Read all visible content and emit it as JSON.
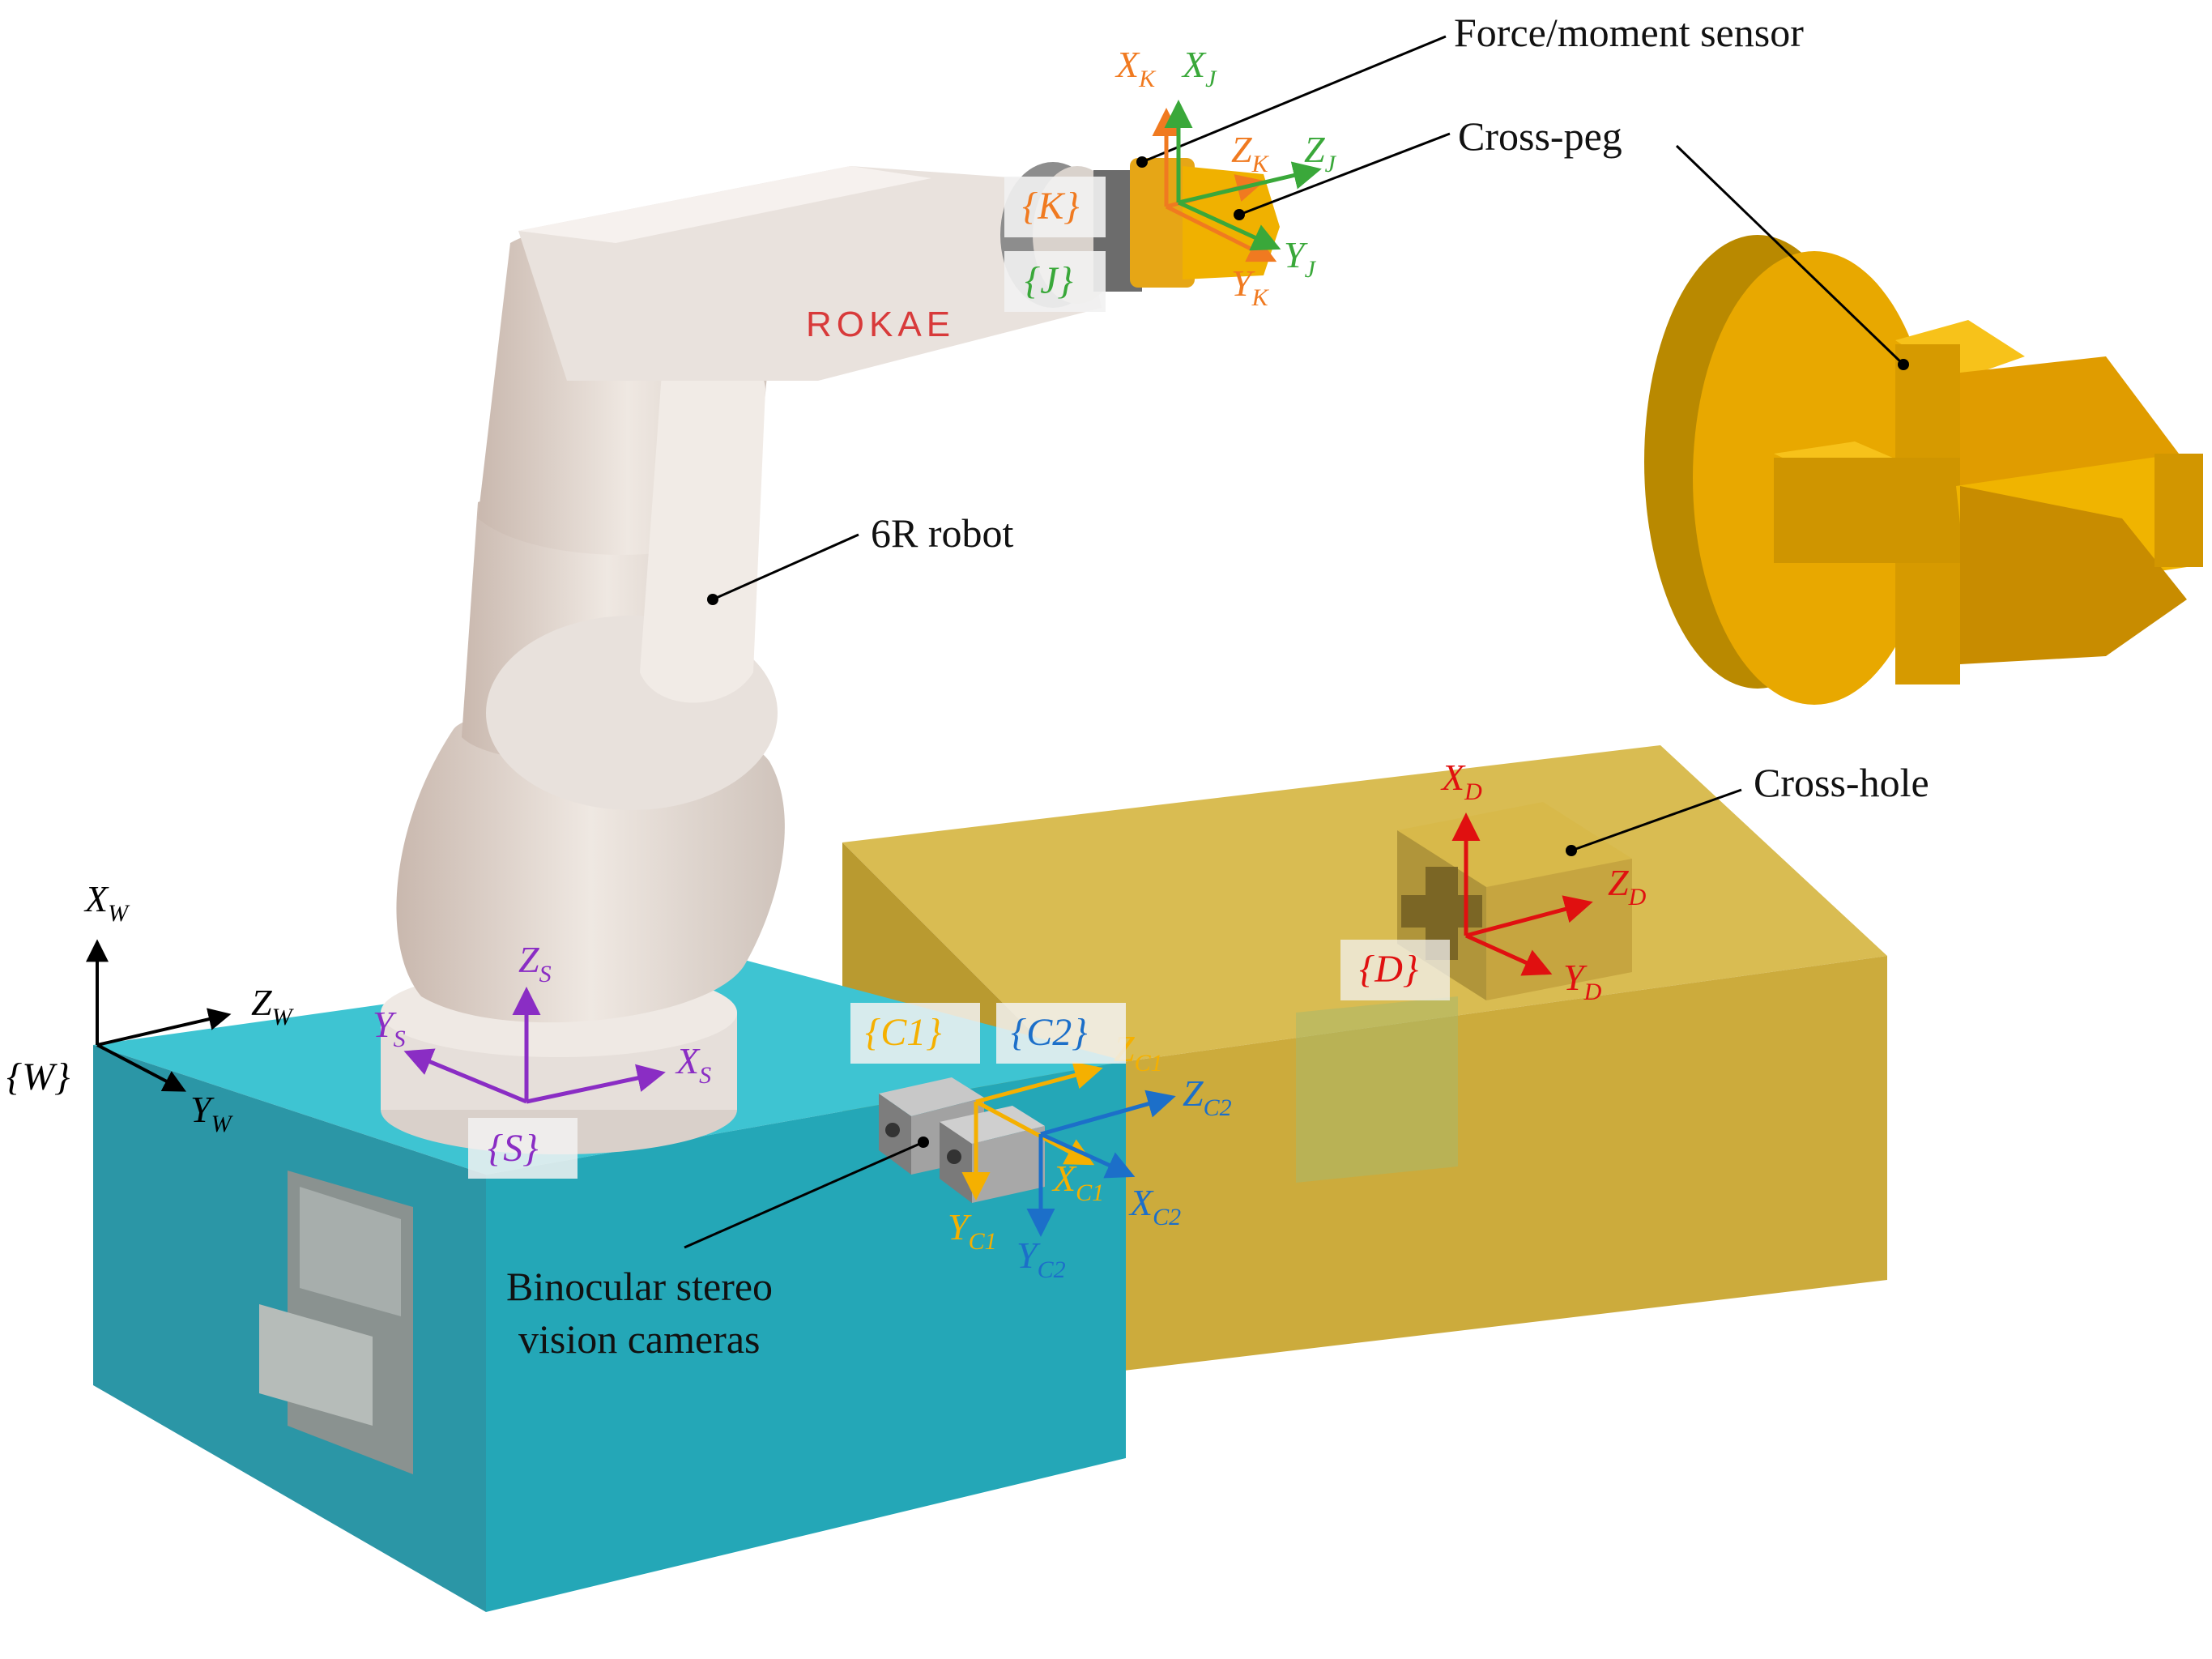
{
  "labels": {
    "force_sensor": "Force/moment sensor",
    "cross_peg": "Cross-peg",
    "robot": "6R robot",
    "cross_hole": "Cross-hole",
    "cameras_line1": "Binocular stereo",
    "cameras_line2": "vision cameras"
  },
  "robot_brand": "ROKAE",
  "frames": {
    "K": "{K}",
    "J": "{J}",
    "S": "{S}",
    "W": "{W}",
    "D": "{D}",
    "C1": "{C1}",
    "C2": "{C2}"
  },
  "axes": {
    "W": {
      "x": "X",
      "y": "Y",
      "z": "Z",
      "sub": "W"
    },
    "S": {
      "x": "X",
      "y": "Y",
      "z": "Z",
      "sub": "S"
    },
    "K": {
      "x": "X",
      "y": "Y",
      "z": "Z",
      "sub": "K"
    },
    "J": {
      "x": "X",
      "y": "Y",
      "z": "Z",
      "sub": "J"
    },
    "D": {
      "x": "X",
      "y": "Y",
      "z": "Z",
      "sub": "D"
    },
    "C1": {
      "x": "X",
      "y": "Y",
      "z": "Z",
      "sub": "C1"
    },
    "C2": {
      "x": "X",
      "y": "Y",
      "z": "Z",
      "sub": "C2"
    }
  },
  "colors": {
    "world": "#000000",
    "S": "#8a2dc4",
    "K": "#f07a20",
    "J": "#3aa83a",
    "D": "#e01010",
    "C1": "#f5b000",
    "C2": "#1c6fc9",
    "base_box": "#29a9b8",
    "hole_box": "#c9a93a",
    "peg": "#e8a800"
  }
}
